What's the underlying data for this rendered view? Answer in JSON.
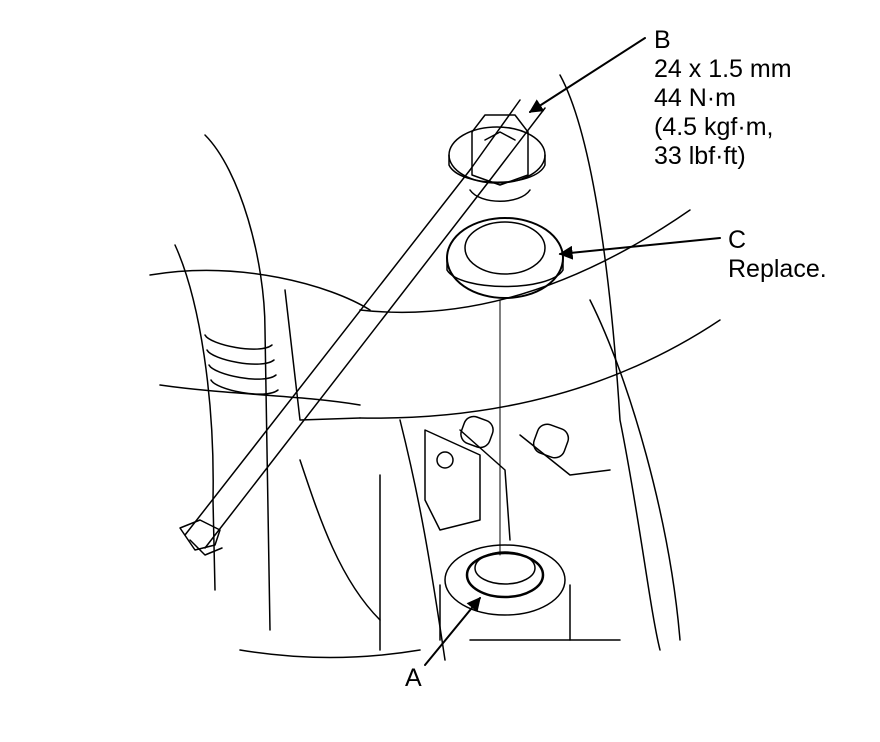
{
  "callouts": {
    "a": {
      "letter": "A"
    },
    "b": {
      "letter": "B",
      "lines": [
        "24 x 1.5 mm",
        "44 N·m",
        "(4.5 kgf·m,",
        "33 lbf·ft)"
      ]
    },
    "c": {
      "letter": "C",
      "note": "Replace."
    }
  },
  "colors": {
    "ink": "#000000",
    "paper": "#ffffff",
    "panel": "#eeeeee"
  }
}
